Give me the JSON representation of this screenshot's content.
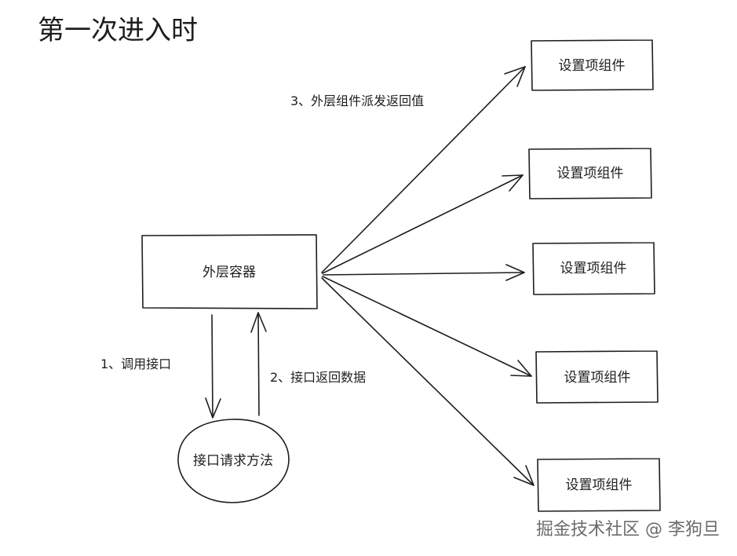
{
  "title": "第一次进入时",
  "nodes": {
    "container": "外层容器",
    "request": "接口请求方法",
    "item1": "设置项组件",
    "item2": "设置项组件",
    "item3": "设置项组件",
    "item4": "设置项组件",
    "item5": "设置项组件"
  },
  "edges": {
    "call_api": "1、调用接口",
    "return_data": "2、接口返回数据",
    "dispatch": "3、外层组件派发返回值"
  },
  "watermark": "掘金技术社区 @ 李狗旦"
}
